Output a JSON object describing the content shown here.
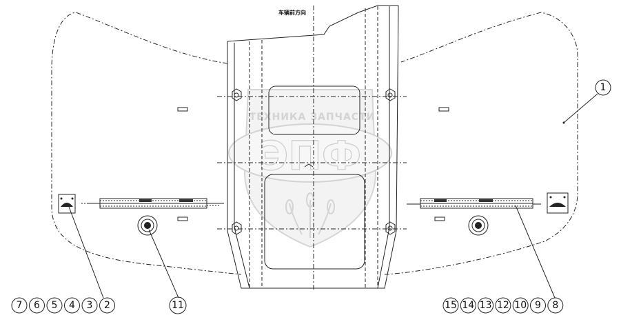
{
  "direction_label": "车辆前方向",
  "watermark": {
    "top_text": "ТЕХНИКА ЗАПЧАСТИ",
    "main_text": "ЭПФ"
  },
  "callouts": {
    "part_1": "1",
    "left_group": [
      "7",
      "6",
      "5",
      "4",
      "3",
      "2"
    ],
    "center": "11",
    "right_group": [
      "15",
      "14",
      "13",
      "12",
      "10",
      "9",
      "8"
    ]
  }
}
